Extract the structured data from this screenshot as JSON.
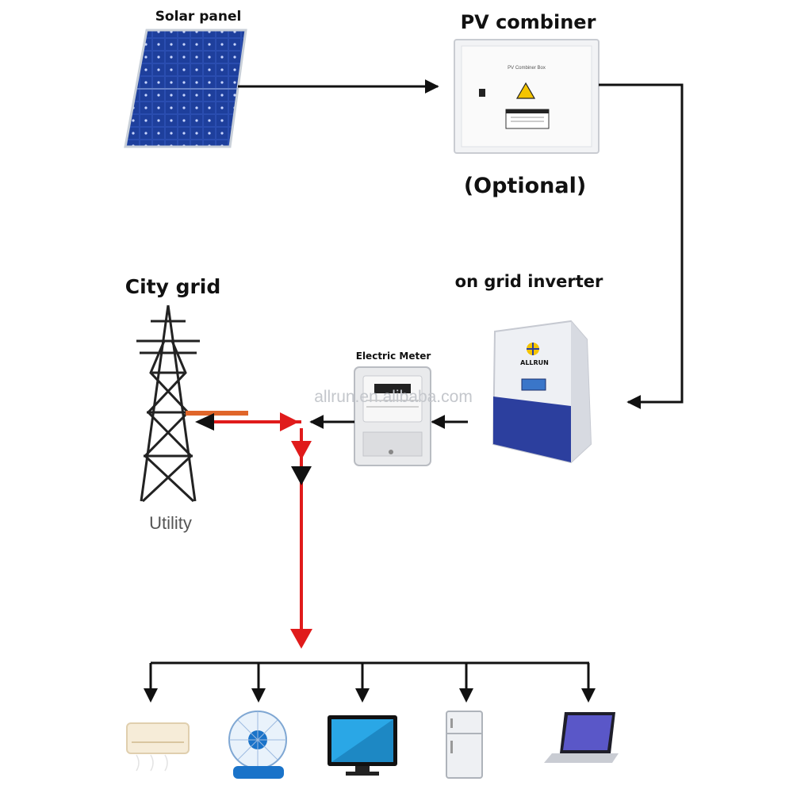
{
  "labels": {
    "solar_panel": "Solar panel",
    "pv_combiner": "PV combiner",
    "optional": "(Optional)",
    "city_grid": "City grid",
    "inverter": "on grid inverter",
    "electric_meter": "Electric Meter",
    "utility": "Utility",
    "watermark": "allrun.en.alibaba.com"
  },
  "combiner_box": {
    "title": "PV Combiner Box"
  },
  "inverter_brand": "ALLRUN",
  "appliances": [
    "air-conditioner",
    "fan",
    "television",
    "refrigerator",
    "laptop"
  ],
  "colors": {
    "flow_black": "#111111",
    "flow_red": "#e01b1b",
    "panel_blue": "#1e3f9c",
    "inverter_blue": "#2c3f9e",
    "warning_yellow": "#f4c400",
    "orange_wire": "#e0662a"
  }
}
